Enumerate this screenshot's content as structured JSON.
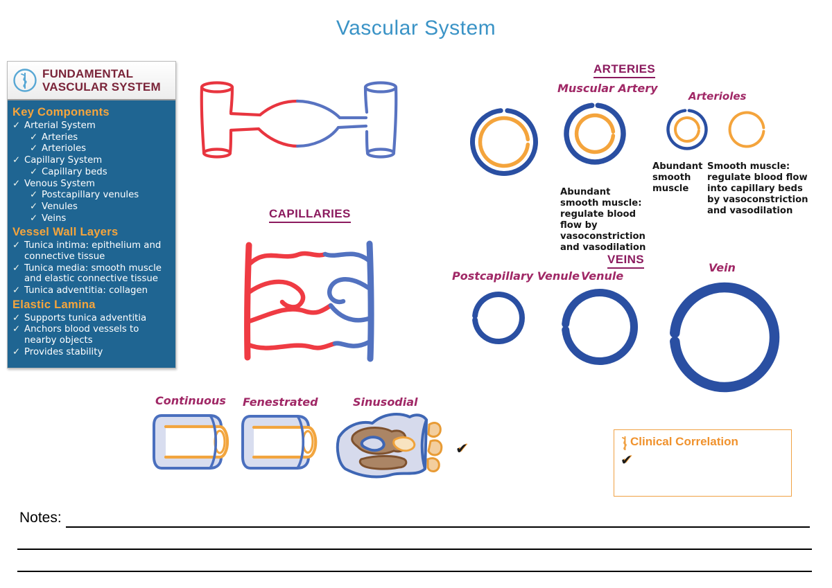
{
  "title": "Vascular System",
  "sidebar": {
    "header_line1": "FUNDAMENTAL",
    "header_line2": "VASCULAR SYSTEM",
    "sections": [
      {
        "heading": "Key Components",
        "items": [
          "Arterial System",
          "Arteries",
          "Arterioles",
          "Capillary System",
          "Capillary beds",
          "Venous System",
          "Postcapillary venules",
          "Venules",
          "Veins"
        ]
      },
      {
        "heading": "Vessel Wall Layers",
        "items": [
          "Tunica intima: epithelium and connective tissue",
          "Tunica media: smooth muscle and elastic connective tissue",
          "Tunica adventitia: collagen"
        ]
      },
      {
        "heading": "Elastic Lamina",
        "items": [
          "Supports tunica adventitia",
          "Anchors blood vessels to nearby objects",
          "Provides stability"
        ]
      }
    ]
  },
  "arteries": {
    "heading": "ARTERIES",
    "muscular_artery_label": "Muscular Artery",
    "arterioles_label": "Arterioles",
    "muscular_artery_note": "Abundant smooth muscle: regulate blood flow by vasoconstriction and vasodilation",
    "arteriole_note_left": "Abundant smooth muscle",
    "arteriole_note_right": "Smooth muscle: regulate blood flow into capillary beds by vasoconstriction and vasodilation"
  },
  "veins": {
    "heading": "VEINS",
    "labels": [
      "Postcapillary Venule",
      "Venule",
      "Vein"
    ]
  },
  "capillaries": {
    "heading": "CAPILLARIES",
    "types": [
      "Continuous",
      "Fenestrated",
      "Sinusodial"
    ]
  },
  "clinical": {
    "title": "Clinical Correlation"
  },
  "notes_label": "Notes:",
  "icons": {
    "check": "✓",
    "check_heavy": "✔",
    "sidebar_logo": "caduceus-icon",
    "clinical_logo": "caduceus-icon"
  },
  "colors": {
    "title_blue": "#3a93c6",
    "maroon_heading": "#8b1a5e",
    "label_maroon": "#a02866",
    "sidebar_bg": "#1f6592",
    "sidebar_orange": "#f6a53c",
    "sidebar_title_maroon": "#7a2439",
    "ring_blue": "#2a4fa2",
    "ring_orange": "#f4a43c",
    "vessel_red": "#e8353f",
    "vessel_blue": "#5873c1",
    "tube_fill": "#d8ddef",
    "tube_stroke": "#4a6fbe",
    "clinical_orange": "#f0a143",
    "brown_fill": "#ab8565",
    "brown_stroke": "#7e512e"
  }
}
